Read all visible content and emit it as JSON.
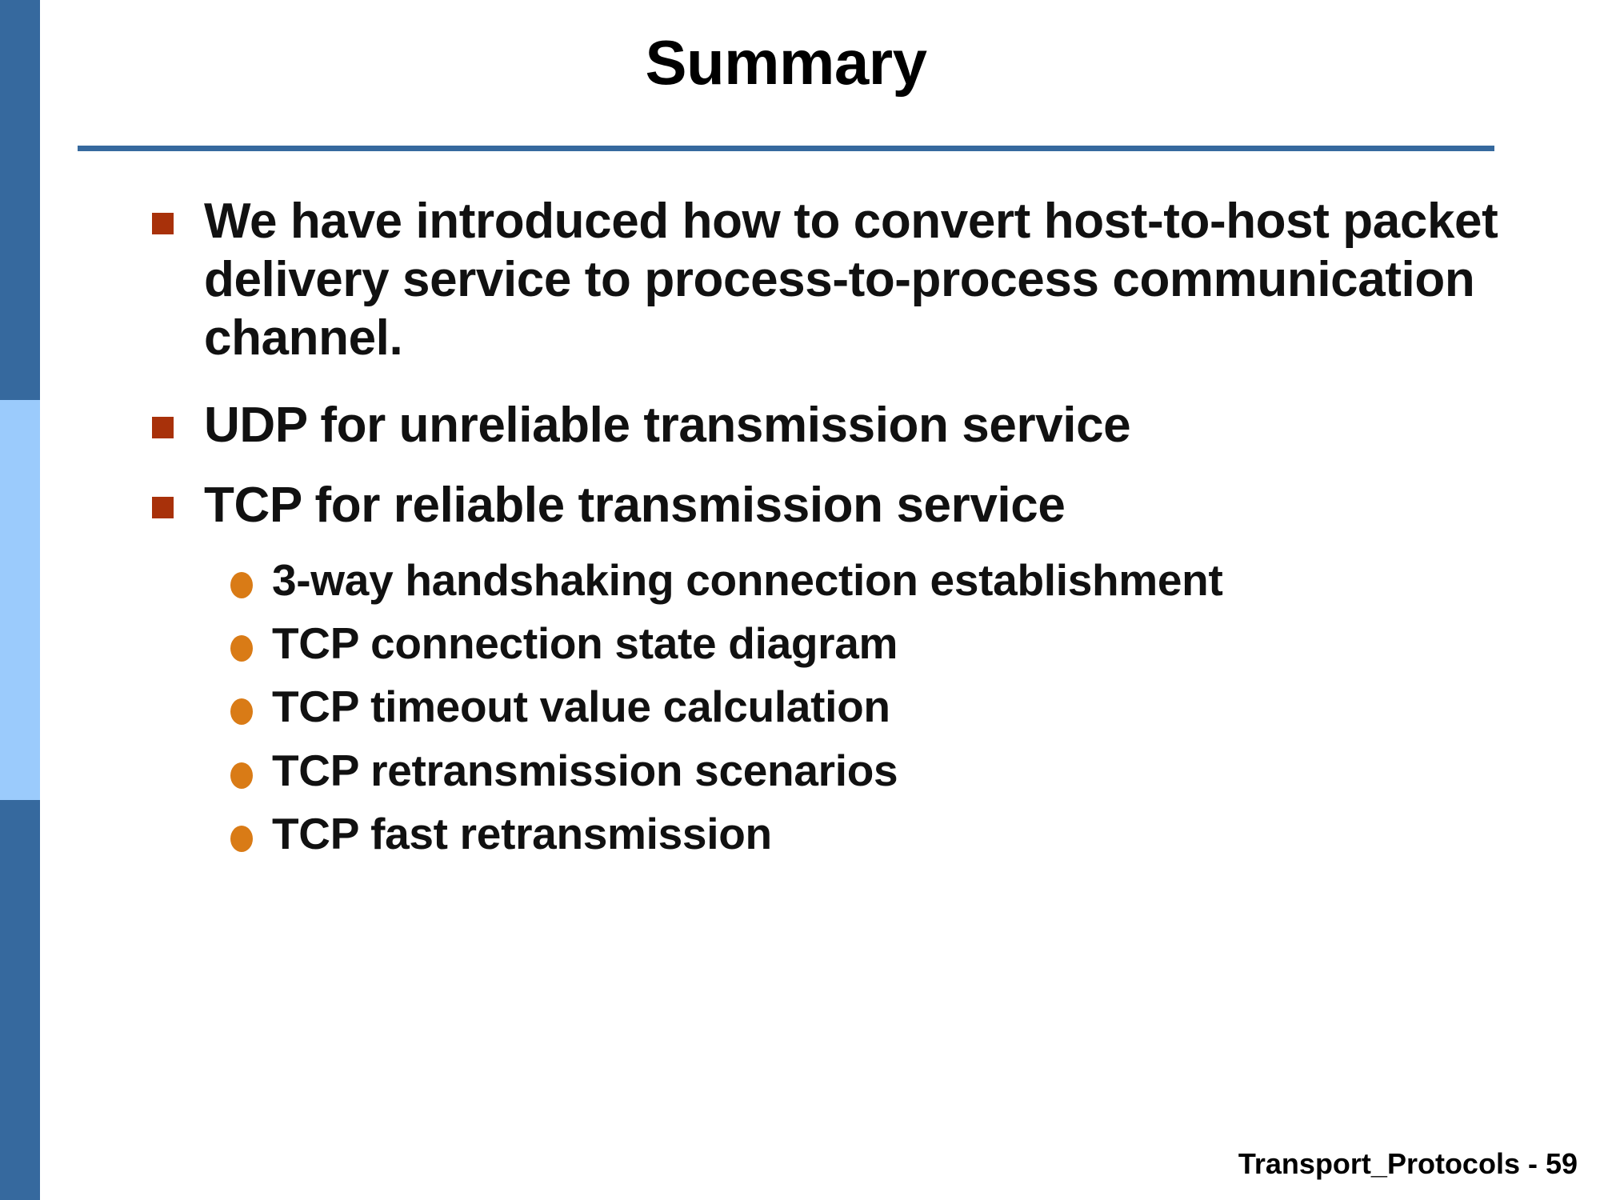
{
  "slide": {
    "title": "Summary",
    "footer": "Transport_Protocols - 59"
  },
  "theme": {
    "band_dark_blue": "#36699E",
    "band_light_blue": "#9BCBFC",
    "rule_blue": "#36699E",
    "bullet_square": "#A8310A",
    "bullet_dot": "#D97B16",
    "text": "#111111",
    "background": "#FFFFFF"
  },
  "sidebar": {
    "bands": [
      {
        "name": "band-top",
        "color": "#36699E"
      },
      {
        "name": "band-middle",
        "color": "#9BCBFC"
      },
      {
        "name": "band-bottom",
        "color": "#36699E"
      }
    ]
  },
  "body": {
    "bullets": [
      {
        "level": 1,
        "text": "We have introduced how to convert host-to-host packet delivery service to process-to-process communication channel."
      },
      {
        "level": 1,
        "text": "UDP for unreliable transmission service"
      },
      {
        "level": 1,
        "text": "TCP for reliable transmission service"
      },
      {
        "level": 2,
        "text": "3-way handshaking connection establishment"
      },
      {
        "level": 2,
        "text": "TCP connection state diagram"
      },
      {
        "level": 2,
        "text": "TCP timeout value calculation"
      },
      {
        "level": 2,
        "text": "TCP retransmission scenarios"
      },
      {
        "level": 2,
        "text": "TCP fast retransmission"
      }
    ]
  }
}
